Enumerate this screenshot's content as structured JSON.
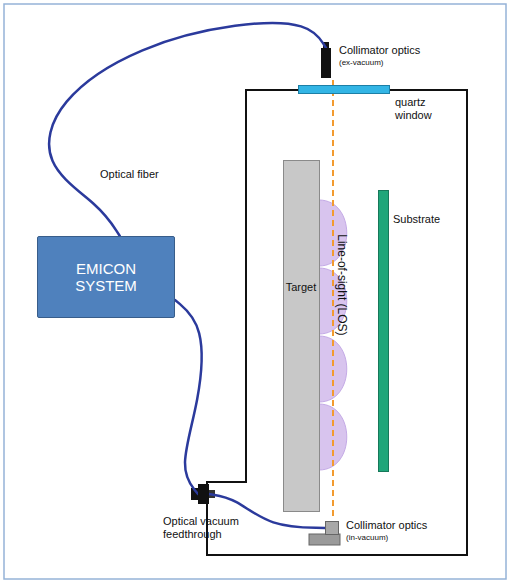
{
  "diagram": {
    "nodes": [
      {
        "text": [
          "Collimator optics",
          "(ex-vacuum)"
        ]
      },
      {
        "text": [
          "quartz window"
        ]
      },
      {
        "text": [
          "Target"
        ]
      },
      {
        "text": [
          "Substrate"
        ]
      },
      {
        "text": [
          "EMICON SYSTEM"
        ]
      },
      {
        "text": [
          "Optical vacuum feedthrough"
        ]
      },
      {
        "text": [
          "Collimator optics",
          "(in-vacuum)"
        ]
      }
    ],
    "edges": [
      {
        "from": 4,
        "to": 0,
        "arrow": "none",
        "label": "Optical fiber"
      },
      {
        "from": 4,
        "to": 5,
        "arrow": "none"
      },
      {
        "from": 5,
        "to": 6,
        "arrow": "none"
      }
    ],
    "labels": [
      "Line-of-sight (LOS)"
    ]
  }
}
